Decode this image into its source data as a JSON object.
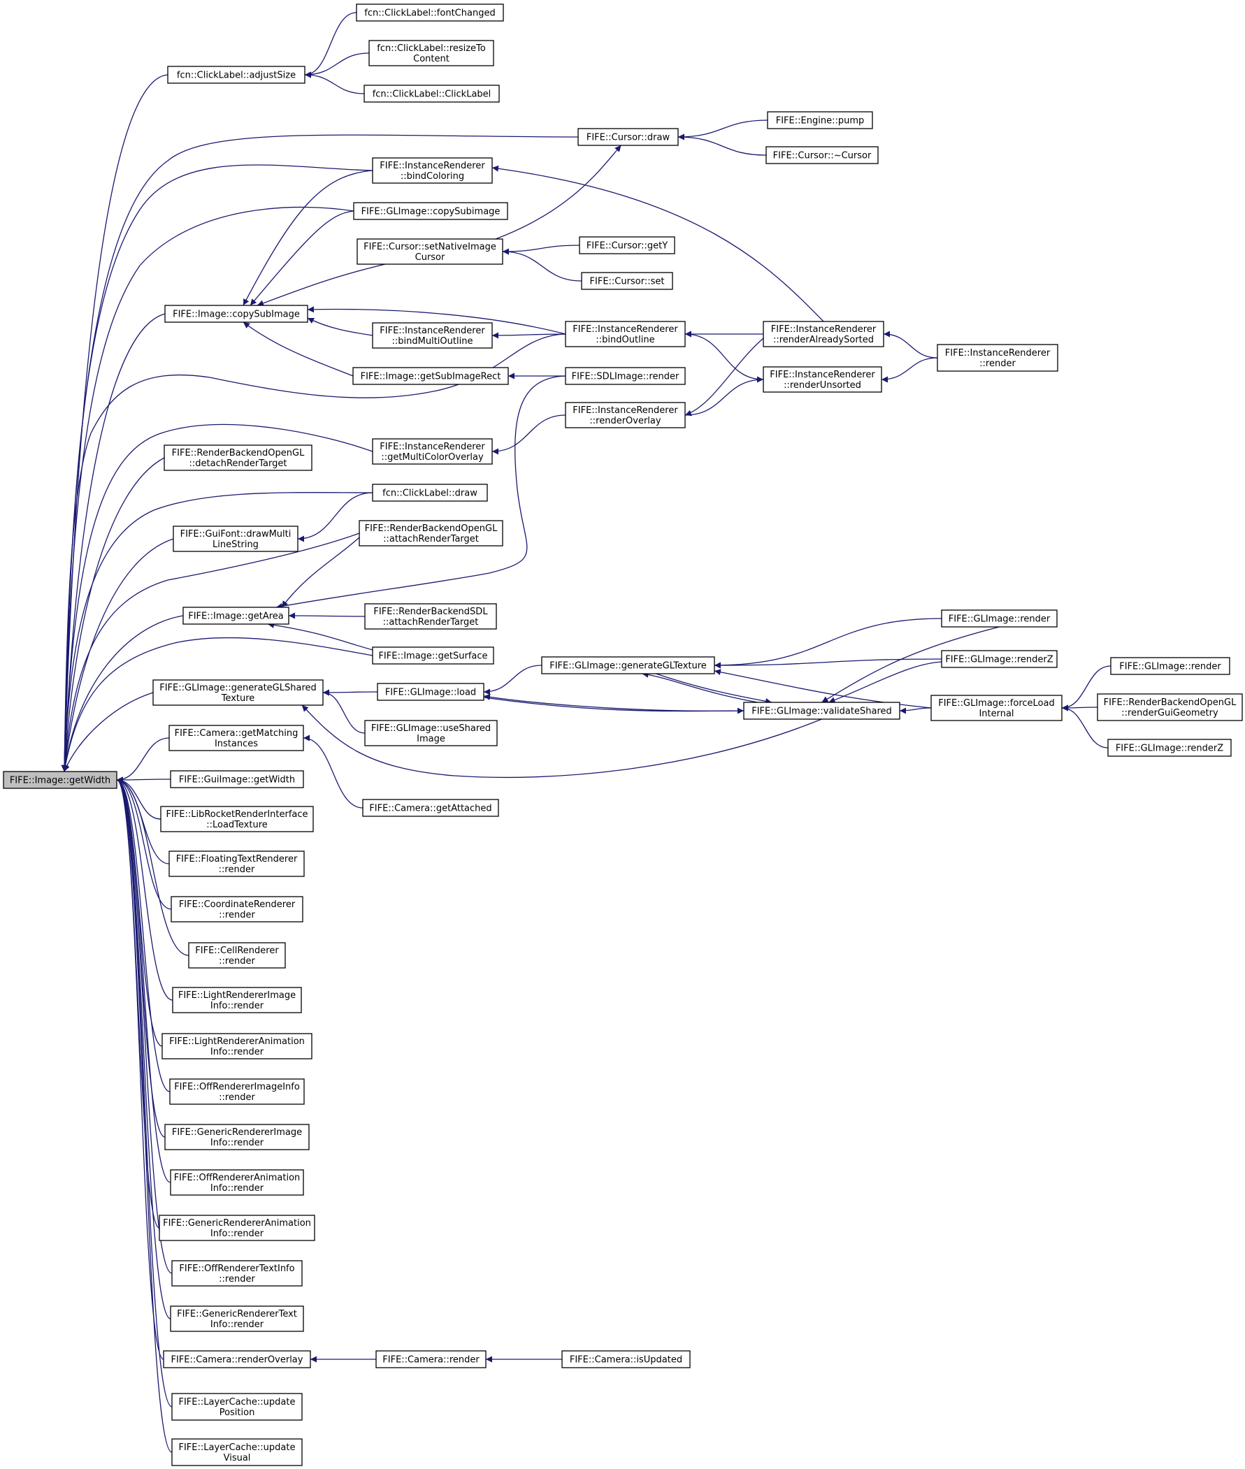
{
  "graph": {
    "root": "n0",
    "colors": {
      "edge": "#191970",
      "node_border": "#000000",
      "node_fill": "#ffffff",
      "root_fill": "#bfbfbf"
    },
    "nodes": [
      {
        "id": "n0",
        "lines": [
          "FIFE::Image::getWidth"
        ]
      },
      {
        "id": "n1",
        "lines": [
          "fcn::ClickLabel::adjustSize"
        ]
      },
      {
        "id": "n2",
        "lines": [
          "fcn::ClickLabel::fontChanged"
        ]
      },
      {
        "id": "n3",
        "lines": [
          "fcn::ClickLabel::resizeTo",
          "Content"
        ]
      },
      {
        "id": "n4",
        "lines": [
          "fcn::ClickLabel::ClickLabel"
        ]
      },
      {
        "id": "n5",
        "lines": [
          "FIFE::Cursor::draw"
        ]
      },
      {
        "id": "n6",
        "lines": [
          "FIFE::Engine::pump"
        ]
      },
      {
        "id": "n7",
        "lines": [
          "FIFE::Cursor::~Cursor"
        ]
      },
      {
        "id": "n8",
        "lines": [
          "FIFE::InstanceRenderer",
          "::bindColoring"
        ]
      },
      {
        "id": "n9",
        "lines": [
          "FIFE::GLImage::copySubimage"
        ]
      },
      {
        "id": "n10",
        "lines": [
          "FIFE::Cursor::setNativeImage",
          "Cursor"
        ]
      },
      {
        "id": "n11",
        "lines": [
          "FIFE::Cursor::getY"
        ]
      },
      {
        "id": "n12",
        "lines": [
          "FIFE::Cursor::set"
        ]
      },
      {
        "id": "n13",
        "lines": [
          "FIFE::Image::copySubImage"
        ]
      },
      {
        "id": "n14",
        "lines": [
          "FIFE::InstanceRenderer",
          "::bindMultiOutline"
        ]
      },
      {
        "id": "n15",
        "lines": [
          "FIFE::InstanceRenderer",
          "::bindOutline"
        ]
      },
      {
        "id": "n16",
        "lines": [
          "FIFE::InstanceRenderer",
          "::renderAlreadySorted"
        ]
      },
      {
        "id": "n17",
        "lines": [
          "FIFE::InstanceRenderer",
          "::render"
        ]
      },
      {
        "id": "n18",
        "lines": [
          "FIFE::Image::getSubImageRect"
        ]
      },
      {
        "id": "n19",
        "lines": [
          "FIFE::SDLImage::render"
        ]
      },
      {
        "id": "n20",
        "lines": [
          "FIFE::InstanceRenderer",
          "::renderUnsorted"
        ]
      },
      {
        "id": "n21",
        "lines": [
          "FIFE::InstanceRenderer",
          "::renderOverlay"
        ]
      },
      {
        "id": "n22",
        "lines": [
          "FIFE::InstanceRenderer",
          "::getMultiColorOverlay"
        ]
      },
      {
        "id": "n23",
        "lines": [
          "FIFE::RenderBackendOpenGL",
          "::detachRenderTarget"
        ]
      },
      {
        "id": "n24",
        "lines": [
          "fcn::ClickLabel::draw"
        ]
      },
      {
        "id": "n25",
        "lines": [
          "FIFE::GuiFont::drawMulti",
          "LineString"
        ]
      },
      {
        "id": "n26",
        "lines": [
          "FIFE::RenderBackendOpenGL",
          "::attachRenderTarget"
        ]
      },
      {
        "id": "n27",
        "lines": [
          "FIFE::Image::getArea"
        ]
      },
      {
        "id": "n28",
        "lines": [
          "FIFE::RenderBackendSDL",
          "::attachRenderTarget"
        ]
      },
      {
        "id": "n29",
        "lines": [
          "FIFE::Image::getSurface"
        ]
      },
      {
        "id": "n30",
        "lines": [
          "FIFE::GLImage::render"
        ]
      },
      {
        "id": "n31",
        "lines": [
          "FIFE::GLImage::generateGLTexture"
        ]
      },
      {
        "id": "n32",
        "lines": [
          "FIFE::GLImage::renderZ"
        ]
      },
      {
        "id": "n33",
        "lines": [
          "FIFE::GLImage::generateGLShared",
          "Texture"
        ]
      },
      {
        "id": "n34",
        "lines": [
          "FIFE::GLImage::load"
        ]
      },
      {
        "id": "n35",
        "lines": [
          "FIFE::GLImage::validateShared"
        ]
      },
      {
        "id": "n36",
        "lines": [
          "FIFE::GLImage::forceLoad",
          "Internal"
        ]
      },
      {
        "id": "n37",
        "lines": [
          "FIFE::GLImage::render"
        ]
      },
      {
        "id": "n38",
        "lines": [
          "FIFE::RenderBackendOpenGL",
          "::renderGuiGeometry"
        ]
      },
      {
        "id": "n39",
        "lines": [
          "FIFE::GLImage::renderZ"
        ]
      },
      {
        "id": "n40",
        "lines": [
          "FIFE::GLImage::useShared",
          "Image"
        ]
      },
      {
        "id": "n41",
        "lines": [
          "FIFE::Camera::getMatching",
          "Instances"
        ]
      },
      {
        "id": "n42",
        "lines": [
          "FIFE::Camera::getAttached"
        ]
      },
      {
        "id": "n43",
        "lines": [
          "FIFE::GuiImage::getWidth"
        ]
      },
      {
        "id": "n44",
        "lines": [
          "FIFE::LibRocketRenderInterface",
          "::LoadTexture"
        ]
      },
      {
        "id": "n45",
        "lines": [
          "FIFE::FloatingTextRenderer",
          "::render"
        ]
      },
      {
        "id": "n46",
        "lines": [
          "FIFE::CoordinateRenderer",
          "::render"
        ]
      },
      {
        "id": "n47",
        "lines": [
          "FIFE::CellRenderer",
          "::render"
        ]
      },
      {
        "id": "n48",
        "lines": [
          "FIFE::LightRendererImage",
          "Info::render"
        ]
      },
      {
        "id": "n49",
        "lines": [
          "FIFE::LightRendererAnimation",
          "Info::render"
        ]
      },
      {
        "id": "n50",
        "lines": [
          "FIFE::OffRendererImageInfo",
          "::render"
        ]
      },
      {
        "id": "n51",
        "lines": [
          "FIFE::GenericRendererImage",
          "Info::render"
        ]
      },
      {
        "id": "n52",
        "lines": [
          "FIFE::OffRendererAnimation",
          "Info::render"
        ]
      },
      {
        "id": "n53",
        "lines": [
          "FIFE::GenericRendererAnimation",
          "Info::render"
        ]
      },
      {
        "id": "n54",
        "lines": [
          "FIFE::OffRendererTextInfo",
          "::render"
        ]
      },
      {
        "id": "n55",
        "lines": [
          "FIFE::GenericRendererText",
          "Info::render"
        ]
      },
      {
        "id": "n56",
        "lines": [
          "FIFE::Camera::renderOverlay"
        ]
      },
      {
        "id": "n57",
        "lines": [
          "FIFE::Camera::render"
        ]
      },
      {
        "id": "n58",
        "lines": [
          "FIFE::Camera::isUpdated"
        ]
      },
      {
        "id": "n59",
        "lines": [
          "FIFE::LayerCache::update",
          "Position"
        ]
      },
      {
        "id": "n60",
        "lines": [
          "FIFE::LayerCache::update",
          "Visual"
        ]
      }
    ],
    "edges": [
      [
        "n1",
        "n0"
      ],
      [
        "n2",
        "n1"
      ],
      [
        "n3",
        "n1"
      ],
      [
        "n4",
        "n1"
      ],
      [
        "n5",
        "n0"
      ],
      [
        "n6",
        "n5"
      ],
      [
        "n7",
        "n5"
      ],
      [
        "n10",
        "n5"
      ],
      [
        "n8",
        "n0"
      ],
      [
        "n16",
        "n8"
      ],
      [
        "n9",
        "n0"
      ],
      [
        "n11",
        "n10"
      ],
      [
        "n12",
        "n10"
      ],
      [
        "n13",
        "n0"
      ],
      [
        "n8",
        "n13"
      ],
      [
        "n9",
        "n13"
      ],
      [
        "n10",
        "n13"
      ],
      [
        "n14",
        "n13"
      ],
      [
        "n15",
        "n13"
      ],
      [
        "n18",
        "n13"
      ],
      [
        "n15",
        "n14"
      ],
      [
        "n16",
        "n15"
      ],
      [
        "n20",
        "n15"
      ],
      [
        "n17",
        "n16"
      ],
      [
        "n17",
        "n20"
      ],
      [
        "n15",
        "n0"
      ],
      [
        "n19",
        "n18"
      ],
      [
        "n21",
        "n20"
      ],
      [
        "n16",
        "n21"
      ],
      [
        "n21",
        "n22"
      ],
      [
        "n22",
        "n0"
      ],
      [
        "n23",
        "n0"
      ],
      [
        "n24",
        "n0"
      ],
      [
        "n24",
        "n25"
      ],
      [
        "n25",
        "n0"
      ],
      [
        "n26",
        "n0"
      ],
      [
        "n26",
        "n27"
      ],
      [
        "n19",
        "n27"
      ],
      [
        "n28",
        "n27"
      ],
      [
        "n29",
        "n27"
      ],
      [
        "n27",
        "n0"
      ],
      [
        "n29",
        "n0"
      ],
      [
        "n33",
        "n0"
      ],
      [
        "n34",
        "n33"
      ],
      [
        "n40",
        "n33"
      ],
      [
        "n35",
        "n33"
      ],
      [
        "n31",
        "n34"
      ],
      [
        "n35",
        "n34"
      ],
      [
        "n34",
        "n35"
      ],
      [
        "n30",
        "n31"
      ],
      [
        "n32",
        "n31"
      ],
      [
        "n35",
        "n31"
      ],
      [
        "n36",
        "n31"
      ],
      [
        "n31",
        "n35"
      ],
      [
        "n30",
        "n35"
      ],
      [
        "n32",
        "n35"
      ],
      [
        "n36",
        "n35"
      ],
      [
        "n37",
        "n36"
      ],
      [
        "n38",
        "n36"
      ],
      [
        "n39",
        "n36"
      ],
      [
        "n41",
        "n0"
      ],
      [
        "n42",
        "n41"
      ],
      [
        "n43",
        "n0"
      ],
      [
        "n44",
        "n0"
      ],
      [
        "n45",
        "n0"
      ],
      [
        "n46",
        "n0"
      ],
      [
        "n47",
        "n0"
      ],
      [
        "n48",
        "n0"
      ],
      [
        "n49",
        "n0"
      ],
      [
        "n50",
        "n0"
      ],
      [
        "n51",
        "n0"
      ],
      [
        "n52",
        "n0"
      ],
      [
        "n53",
        "n0"
      ],
      [
        "n54",
        "n0"
      ],
      [
        "n55",
        "n0"
      ],
      [
        "n56",
        "n0"
      ],
      [
        "n57",
        "n56"
      ],
      [
        "n58",
        "n57"
      ],
      [
        "n59",
        "n0"
      ],
      [
        "n60",
        "n0"
      ]
    ]
  }
}
